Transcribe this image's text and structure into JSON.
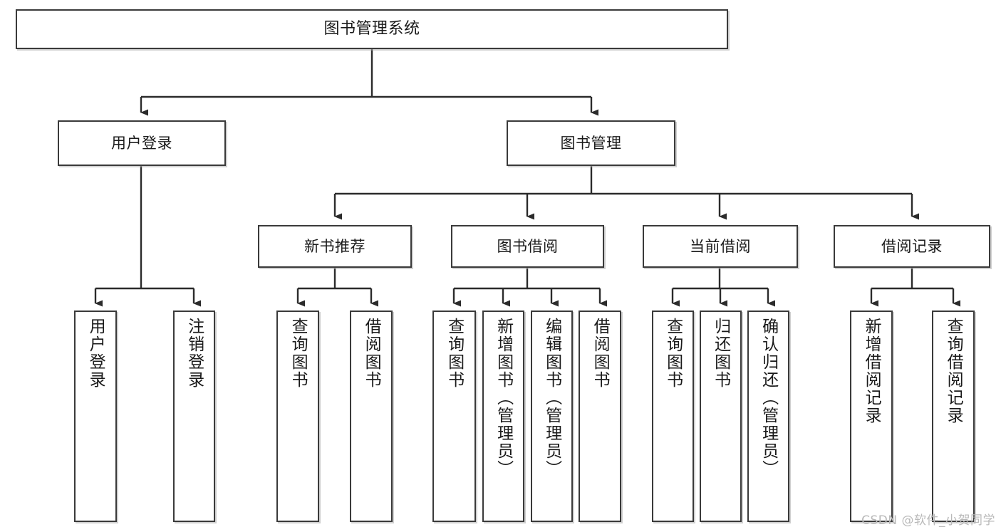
{
  "diagram": {
    "type": "tree",
    "title": "图书管理系统",
    "orientation": "top-down",
    "colors": {
      "node_border": "#3a3a3a",
      "node_fill": "#ffffff",
      "edge": "#2b2b2b",
      "watermark": "#b9b9b9",
      "background": "#ffffff"
    },
    "nodes": {
      "root": {
        "label": "图书管理系统",
        "level": 1,
        "orientation": "horizontal"
      },
      "l2": [
        {
          "id": "user-login",
          "label": "用户登录",
          "level": 2,
          "orientation": "horizontal"
        },
        {
          "id": "book-management",
          "label": "图书管理",
          "level": 2,
          "orientation": "horizontal"
        }
      ],
      "l3": [
        {
          "id": "new-book-recommend",
          "label": "新书推荐",
          "level": 3,
          "orientation": "horizontal"
        },
        {
          "id": "book-borrow",
          "label": "图书借阅",
          "level": 3,
          "orientation": "horizontal"
        },
        {
          "id": "current-borrow",
          "label": "当前借阅",
          "level": 3,
          "orientation": "horizontal"
        },
        {
          "id": "borrow-record",
          "label": "借阅记录",
          "level": 3,
          "orientation": "horizontal"
        }
      ],
      "leaves": [
        {
          "id": "leaf-user-login",
          "label": "用户登录",
          "parent": "user-login",
          "orientation": "vertical"
        },
        {
          "id": "leaf-logout-login",
          "label": "注销登录",
          "parent": "user-login",
          "orientation": "vertical"
        },
        {
          "id": "leaf-query-book-1",
          "label": "查询图书",
          "parent": "new-book-recommend",
          "orientation": "vertical"
        },
        {
          "id": "leaf-borrow-book-1",
          "label": "借阅图书",
          "parent": "new-book-recommend",
          "orientation": "vertical"
        },
        {
          "id": "leaf-query-book-2",
          "label": "查询图书",
          "parent": "book-borrow",
          "orientation": "vertical"
        },
        {
          "id": "leaf-add-book",
          "label": "新增图书（管理员）",
          "parent": "book-borrow",
          "orientation": "vertical"
        },
        {
          "id": "leaf-edit-book",
          "label": "编辑图书（管理员）",
          "parent": "book-borrow",
          "orientation": "vertical"
        },
        {
          "id": "leaf-borrow-book-2",
          "label": "借阅图书",
          "parent": "book-borrow",
          "orientation": "vertical"
        },
        {
          "id": "leaf-query-book-3",
          "label": "查询图书",
          "parent": "current-borrow",
          "orientation": "vertical"
        },
        {
          "id": "leaf-return-book",
          "label": "归还图书",
          "parent": "current-borrow",
          "orientation": "vertical"
        },
        {
          "id": "leaf-confirm-return",
          "label": "确认归还（管理员）",
          "parent": "current-borrow",
          "orientation": "vertical"
        },
        {
          "id": "leaf-add-borrow-record",
          "label": "新增借阅记录",
          "parent": "borrow-record",
          "orientation": "vertical"
        },
        {
          "id": "leaf-query-borrow-record",
          "label": "查询借阅记录",
          "parent": "borrow-record",
          "orientation": "vertical"
        }
      ]
    },
    "edges": [
      {
        "from": "root",
        "to": "user-login"
      },
      {
        "from": "root",
        "to": "book-management"
      },
      {
        "from": "user-login",
        "to": "leaf-user-login"
      },
      {
        "from": "user-login",
        "to": "leaf-logout-login"
      },
      {
        "from": "book-management",
        "to": "new-book-recommend"
      },
      {
        "from": "book-management",
        "to": "book-borrow"
      },
      {
        "from": "book-management",
        "to": "current-borrow"
      },
      {
        "from": "book-management",
        "to": "borrow-record"
      },
      {
        "from": "new-book-recommend",
        "to": "leaf-query-book-1"
      },
      {
        "from": "new-book-recommend",
        "to": "leaf-borrow-book-1"
      },
      {
        "from": "book-borrow",
        "to": "leaf-query-book-2"
      },
      {
        "from": "book-borrow",
        "to": "leaf-add-book"
      },
      {
        "from": "book-borrow",
        "to": "leaf-edit-book"
      },
      {
        "from": "book-borrow",
        "to": "leaf-borrow-book-2"
      },
      {
        "from": "current-borrow",
        "to": "leaf-query-book-3"
      },
      {
        "from": "current-borrow",
        "to": "leaf-return-book"
      },
      {
        "from": "current-borrow",
        "to": "leaf-confirm-return"
      },
      {
        "from": "borrow-record",
        "to": "leaf-add-borrow-record"
      },
      {
        "from": "borrow-record",
        "to": "leaf-query-borrow-record"
      }
    ]
  },
  "watermark": {
    "text": "CSDN @软件_小贺同学"
  }
}
